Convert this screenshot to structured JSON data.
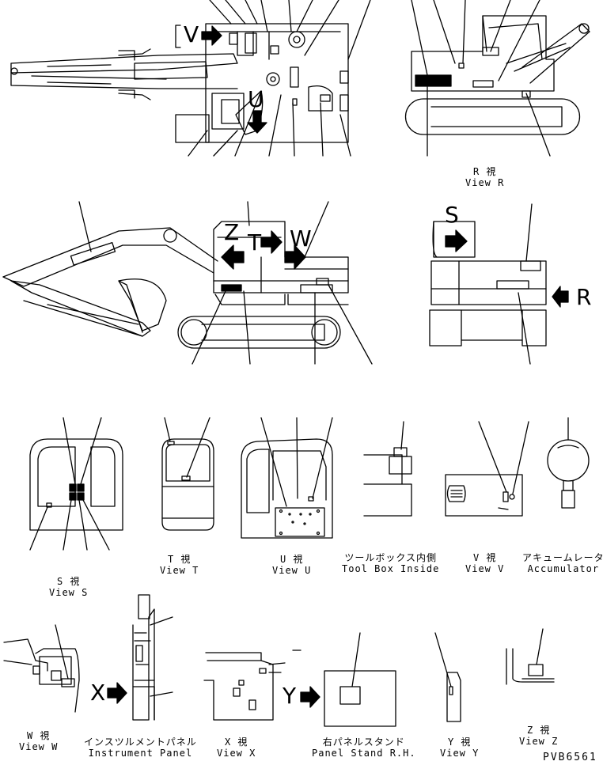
{
  "views": {
    "r": {
      "ja": "R 視",
      "en": "View R"
    },
    "s": {
      "ja": "S 視",
      "en": "View S"
    },
    "t": {
      "ja": "T 視",
      "en": "View T"
    },
    "u": {
      "ja": "U 視",
      "en": "View U"
    },
    "toolbox": {
      "ja": "ツールボックス内側",
      "en": "Tool Box Inside"
    },
    "v": {
      "ja": "V 視",
      "en": "View V"
    },
    "accumulator": {
      "ja": "アキュームレータ",
      "en": "Accumulator"
    },
    "w": {
      "ja": "W 視",
      "en": "View W"
    },
    "instrument": {
      "ja": "インスツルメントパネル",
      "en": "Instrument Panel"
    },
    "x": {
      "ja": "X 視",
      "en": "View X"
    },
    "panel_stand": {
      "ja": "右パネルスタンド",
      "en": "Panel Stand R.H."
    },
    "y": {
      "ja": "Y 視",
      "en": "View Y"
    },
    "z": {
      "ja": "Z 視",
      "en": "View Z"
    }
  },
  "callouts": {
    "V": "V",
    "U": "U",
    "R": "R",
    "S": "S",
    "Z": "Z",
    "T": "T",
    "W": "W",
    "X": "X",
    "Y": "Y"
  },
  "drawing_code": "PVB6561"
}
